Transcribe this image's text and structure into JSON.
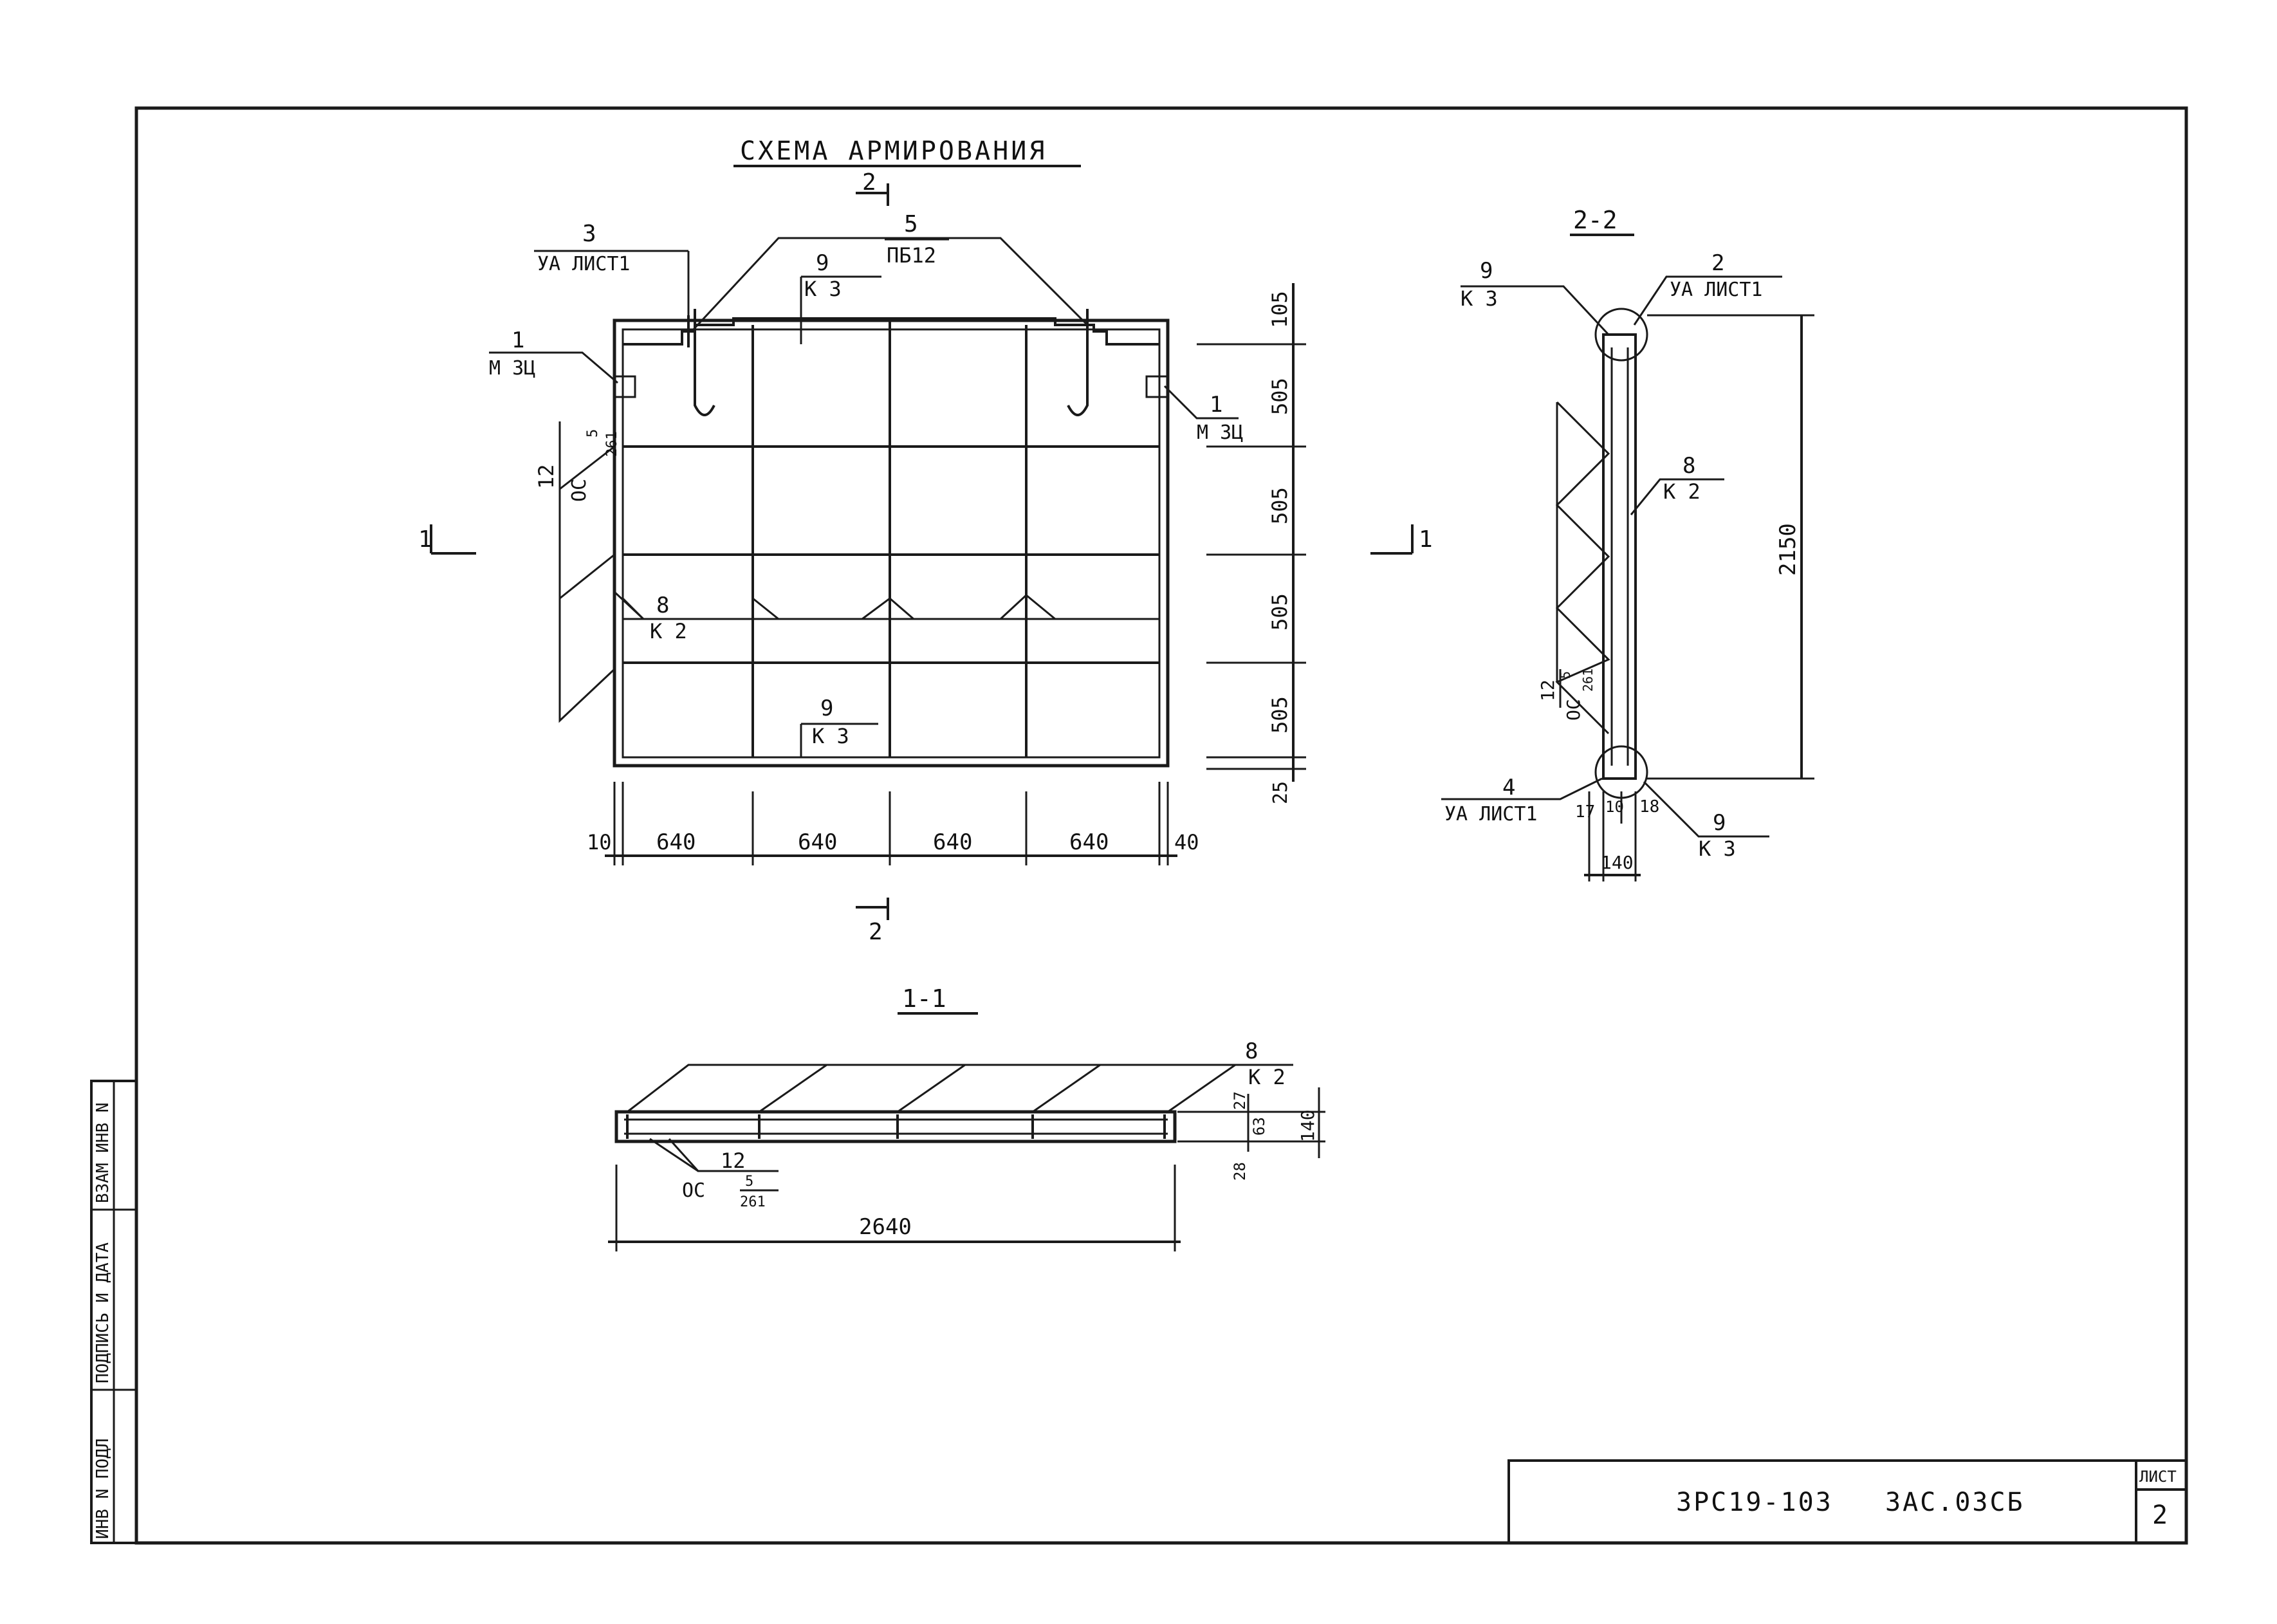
{
  "title": "СХЕМА АРМИРОВАНИЯ",
  "sections": {
    "s22": "2-2",
    "s11": "1-1"
  },
  "cut_marks": {
    "two": "2",
    "one": "1"
  },
  "plan": {
    "callouts": {
      "c5_num": "5",
      "c5_txt": "ПБ12",
      "c3_num": "3",
      "c3_txt": "УА ЛИСТ1",
      "c9a_num": "9",
      "c9a_txt": "К 3",
      "c1l_num": "1",
      "c1l_txt": "М 3Ц",
      "c1r_num": "1",
      "c1r_txt": "М 3Ц",
      "c12_num": "12",
      "c12_txt": "ОС",
      "c12_frac_top": "5",
      "c12_frac_bot": "261",
      "c8_num": "8",
      "c8_txt": "К 2",
      "c9b_num": "9",
      "c9b_txt": "К 3"
    },
    "dims_right": [
      "105",
      "505",
      "505",
      "505",
      "505",
      "25"
    ],
    "dims_bottom": [
      "10",
      "640",
      "640",
      "640",
      "640",
      "40"
    ]
  },
  "section22": {
    "c9t_num": "9",
    "c9t_txt": "К 3",
    "c2_num": "2",
    "c2_txt": "УА ЛИСТ1",
    "c8_num": "8",
    "c8_txt": "К 2",
    "c12_num": "12",
    "c12_txt": "ОС",
    "c12_frac_top": "5",
    "c12_frac_bot": "261",
    "c4_num": "4",
    "c4_txt": "УА ЛИСТ1",
    "c9b_num": "9",
    "c9b_txt": "К 3",
    "dim_height": "2150",
    "dims_bottom": [
      "17",
      "10",
      "18"
    ],
    "dim_width": "140"
  },
  "section11": {
    "c8_num": "8",
    "c8_txt": "К 2",
    "c12_num": "12",
    "c12_txt": "ОС",
    "c12_frac_top": "5",
    "c12_frac_bot": "261",
    "dims_right": [
      "27",
      "63",
      "28"
    ],
    "dim_total": "140",
    "dim_length": "2640"
  },
  "stamp": {
    "code": "3РС19-103   3АС.03СБ",
    "sheet_label": "ЛИСТ",
    "sheet_no": "2"
  },
  "side_stamp": [
    "ВЗАМ ИНВ N",
    "ПОДПИСЬ И ДАТА",
    "ИНВ N ПОДЛ"
  ]
}
